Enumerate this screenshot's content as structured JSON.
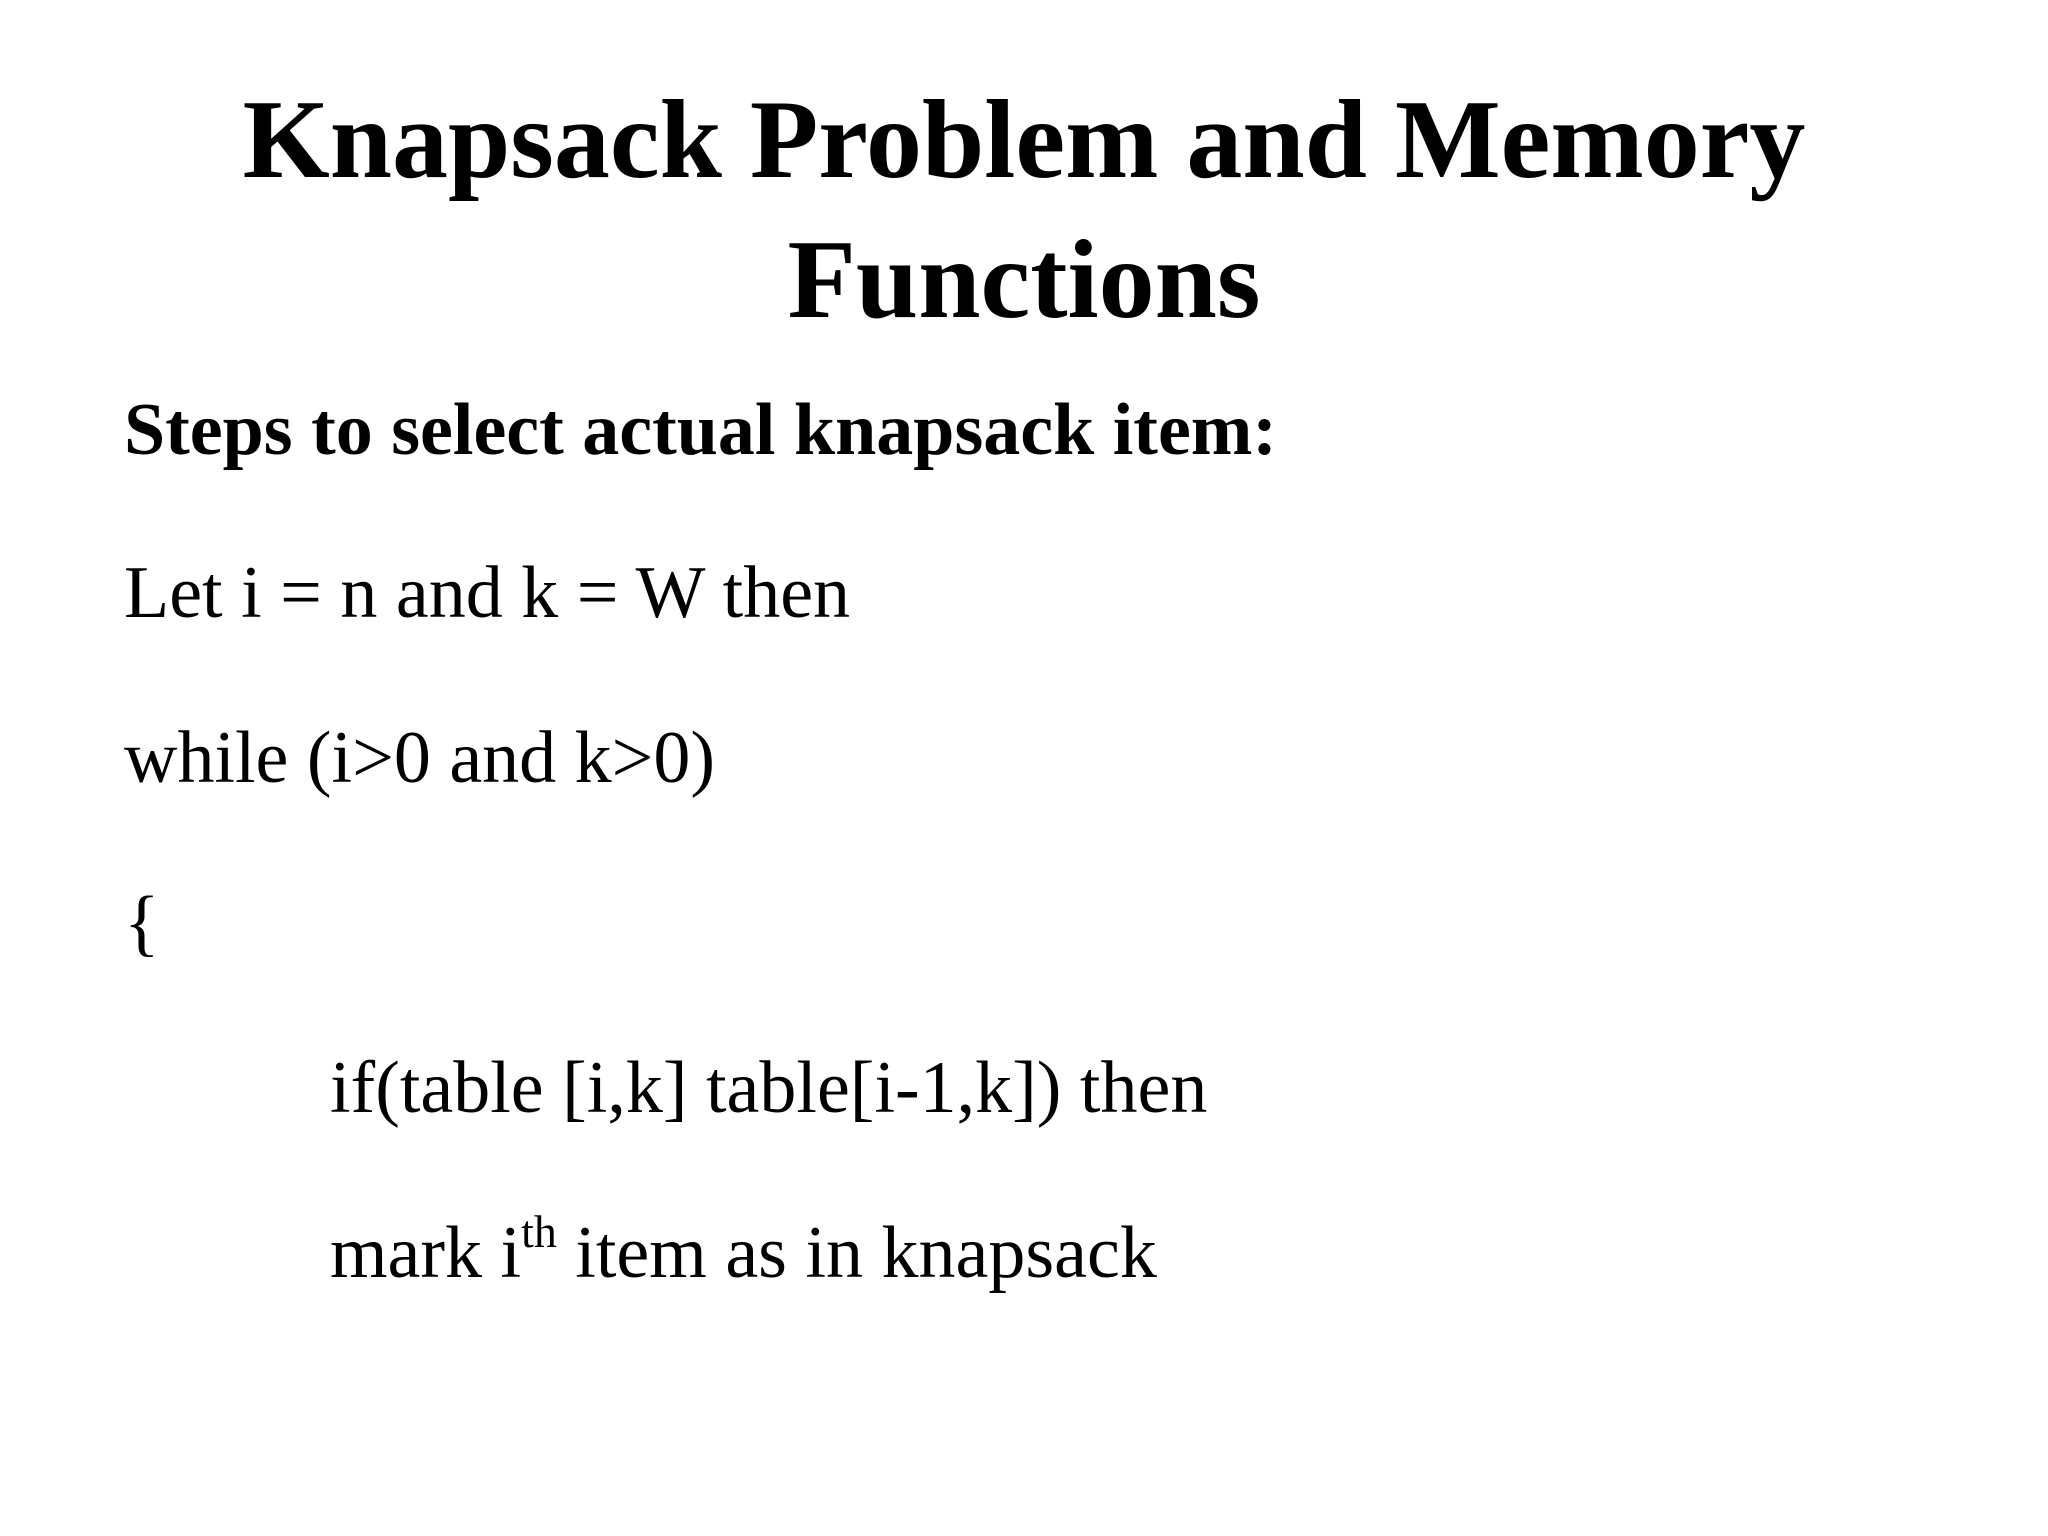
{
  "slide": {
    "title_line1": "Knapsack Problem and Memory",
    "title_line2": "Functions",
    "subheading": "Steps to select actual knapsack item:",
    "lines": [
      "Let i = n and k = W then",
      "while (i>0 and k>0)",
      "{",
      "if(table [i,k] table[i-1,k]) then"
    ],
    "mark_line": {
      "before": "mark i",
      "superscript": "th",
      "after": " item as in knapsack"
    }
  }
}
